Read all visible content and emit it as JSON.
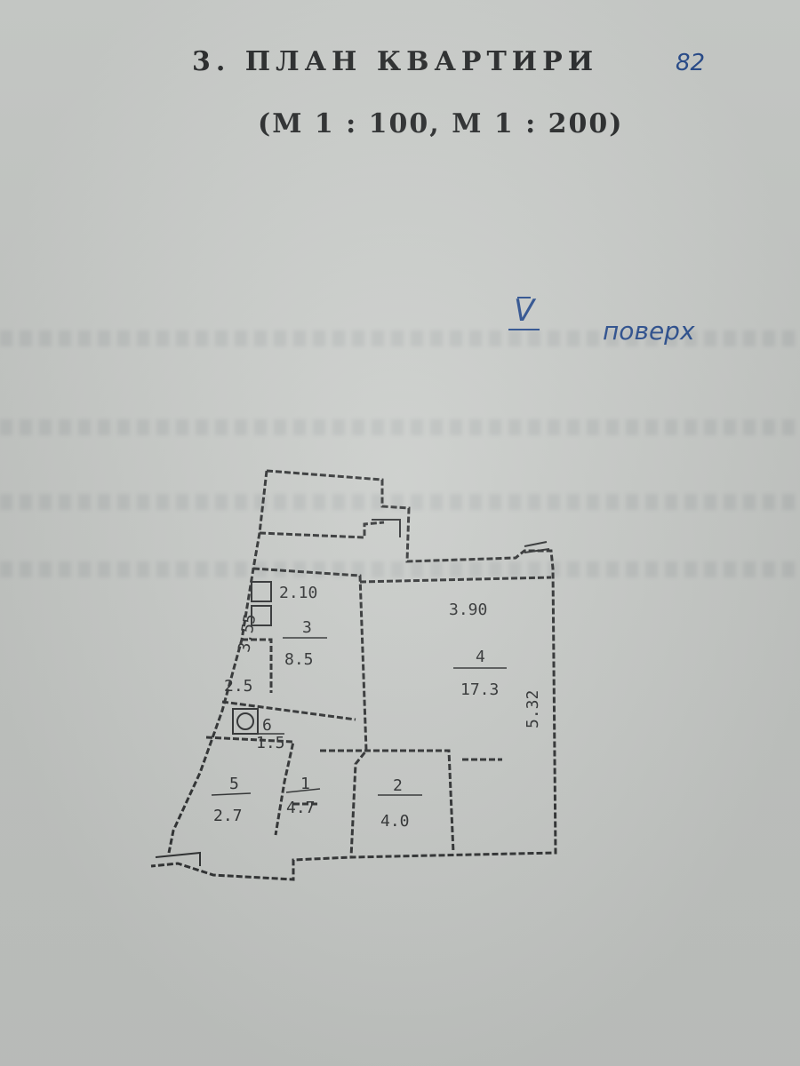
{
  "header": {
    "title": "3. ПЛАН КВАРТИРИ",
    "apartment_number": "82",
    "scale": "(М 1 : 100, М 1 : 200)"
  },
  "floor": {
    "number": "V",
    "label": "поверх"
  },
  "plan": {
    "dimensions": {
      "kitchen_width": "2.10",
      "kitchen_height": "3.55",
      "kitchen_inner": "2.5",
      "room_width": "3.90",
      "room_length": "5.32"
    },
    "rooms": [
      {
        "number": "1",
        "area": "4.7"
      },
      {
        "number": "2",
        "area": "4.0"
      },
      {
        "number": "3",
        "area": "8.5"
      },
      {
        "number": "4",
        "area": "17.3"
      },
      {
        "number": "5",
        "area": "2.7"
      },
      {
        "number": "6",
        "area": "1.5"
      }
    ]
  },
  "colors": {
    "ink_print": "#2b2d2e",
    "ink_handwriting": "#2b4f8f",
    "paper": "#cfd2cf"
  }
}
